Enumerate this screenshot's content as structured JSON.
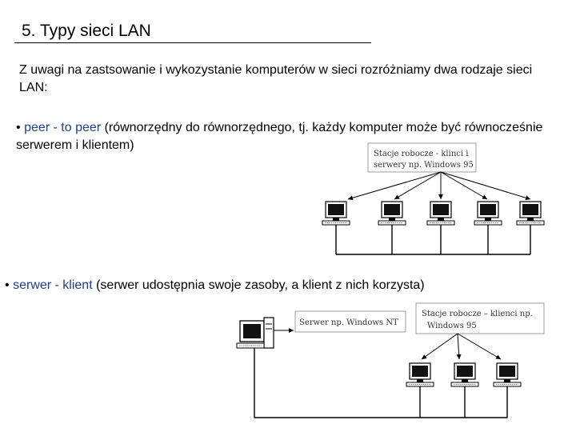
{
  "slide": {
    "title": "5. Typy sieci LAN",
    "intro": "Z uwagi na zastsowanie i wykozystanie komputerów w sieci rozróżniamy dwa rodzaje sieci LAN:"
  },
  "bullets": [
    {
      "marker": "•",
      "keyword": "peer - to peer",
      "text": " (równorzędny do równorzędnego, tj. każdy komputer może być równocześnie serwerem i klientem)"
    },
    {
      "marker": "•",
      "keyword": "serwer - klient",
      "text": " (serwer udostępnia swoje zasoby, a klient z nich korzysta)"
    }
  ],
  "figures": {
    "peer": {
      "label_line1": "Stacje robocze - klinci i",
      "label_line2": "serwery np. Windows 95"
    },
    "client_server": {
      "server_label": "Serwer np. Windows NT",
      "clients_label_line1": "Stacje robocze – klienci np.",
      "clients_label_line2": "Windows 95"
    }
  },
  "colors": {
    "keyword": "#1f3f8f",
    "text": "#000000"
  }
}
